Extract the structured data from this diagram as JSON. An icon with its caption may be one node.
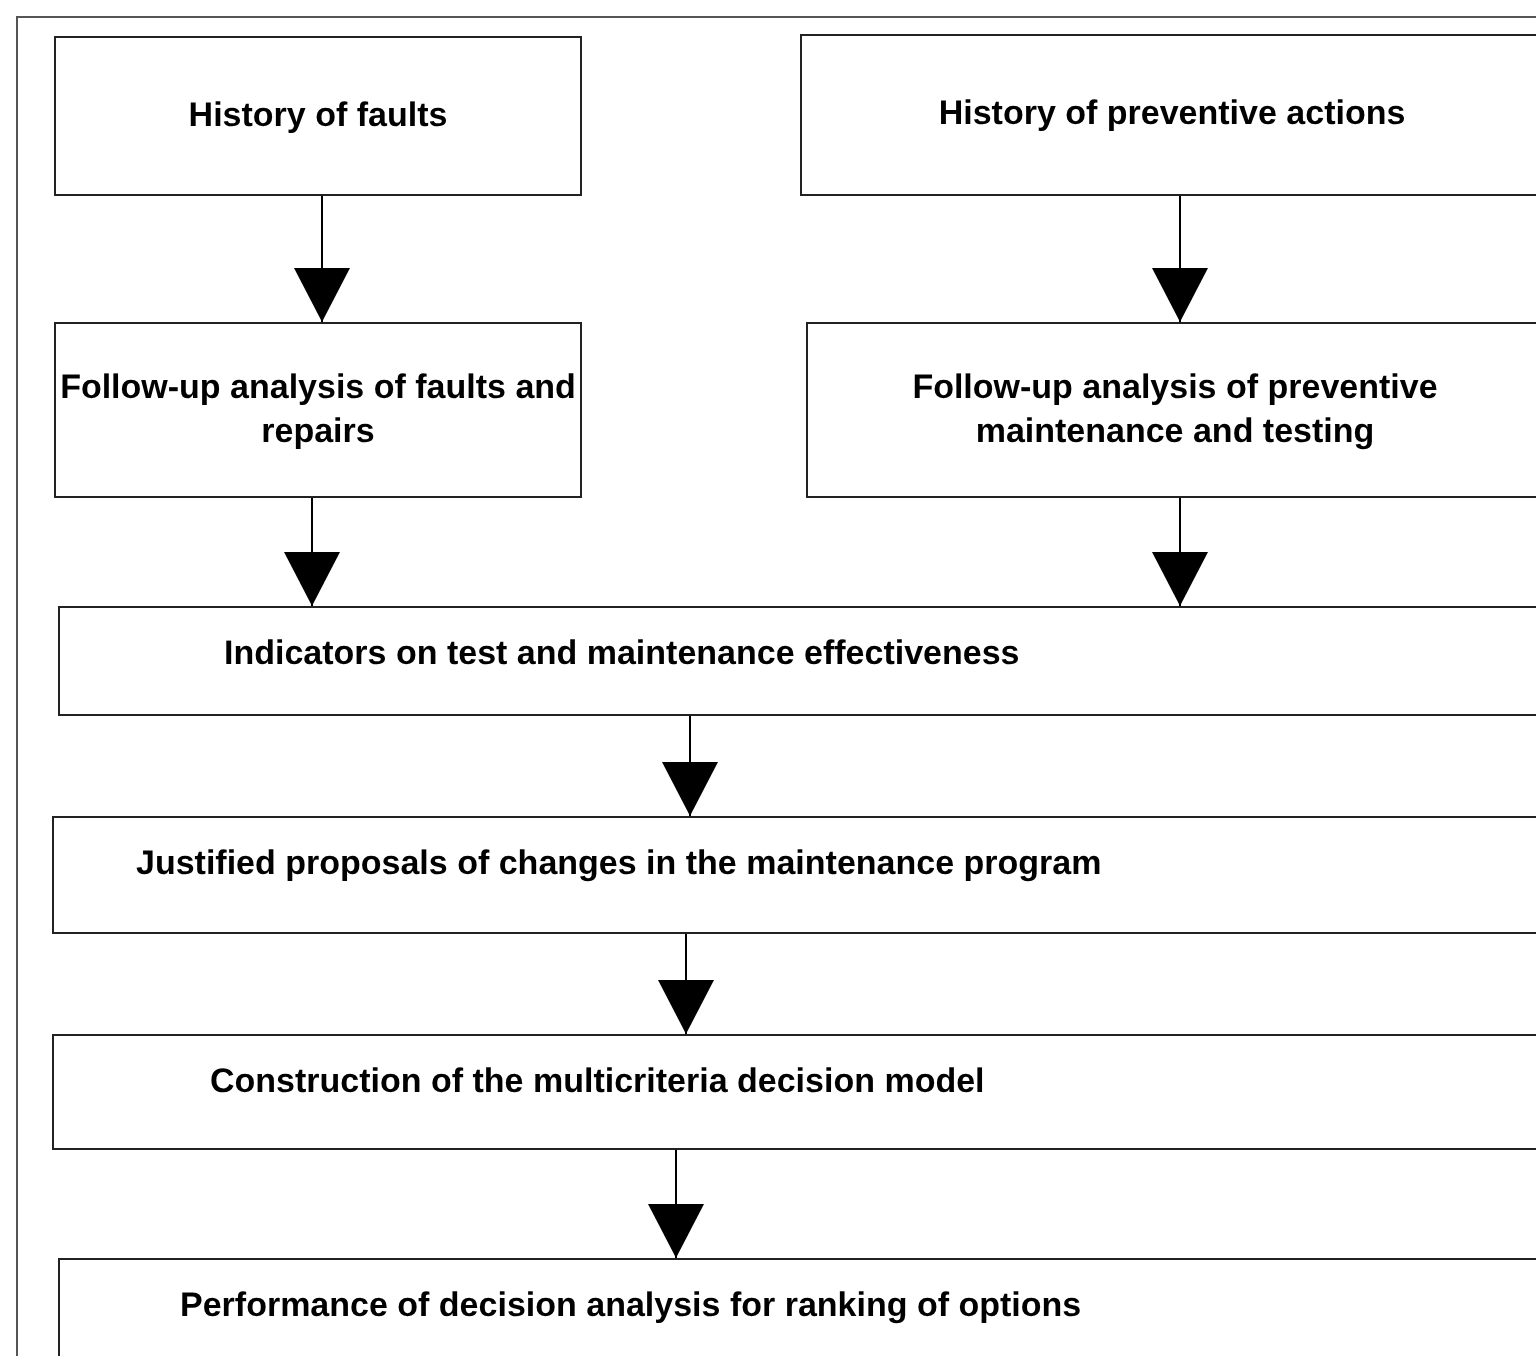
{
  "diagram": {
    "nodes": [
      {
        "text": [
          "History of faults"
        ]
      },
      {
        "text": [
          "History of preventive actions"
        ]
      },
      {
        "text": [
          "Follow-up analysis of faults and repairs"
        ]
      },
      {
        "text": [
          "Follow-up analysis of preventive maintenance and testing"
        ]
      },
      {
        "text": [
          "Indicators on test and maintenance effectiveness"
        ]
      },
      {
        "text": [
          "Justified proposals of changes in the maintenance program"
        ]
      },
      {
        "text": [
          "Construction of the multicriteria decision model"
        ]
      },
      {
        "text": [
          "Performance of decision analysis for ranking of options"
        ]
      }
    ],
    "edges": [
      {
        "from": 0,
        "to": 2,
        "arrow": "to"
      },
      {
        "from": 1,
        "to": 3,
        "arrow": "to"
      },
      {
        "from": 2,
        "to": 4,
        "arrow": "to"
      },
      {
        "from": 3,
        "to": 4,
        "arrow": "to"
      },
      {
        "from": 4,
        "to": 5,
        "arrow": "to"
      },
      {
        "from": 5,
        "to": 6,
        "arrow": "to"
      },
      {
        "from": 6,
        "to": 7,
        "arrow": "to"
      }
    ]
  }
}
